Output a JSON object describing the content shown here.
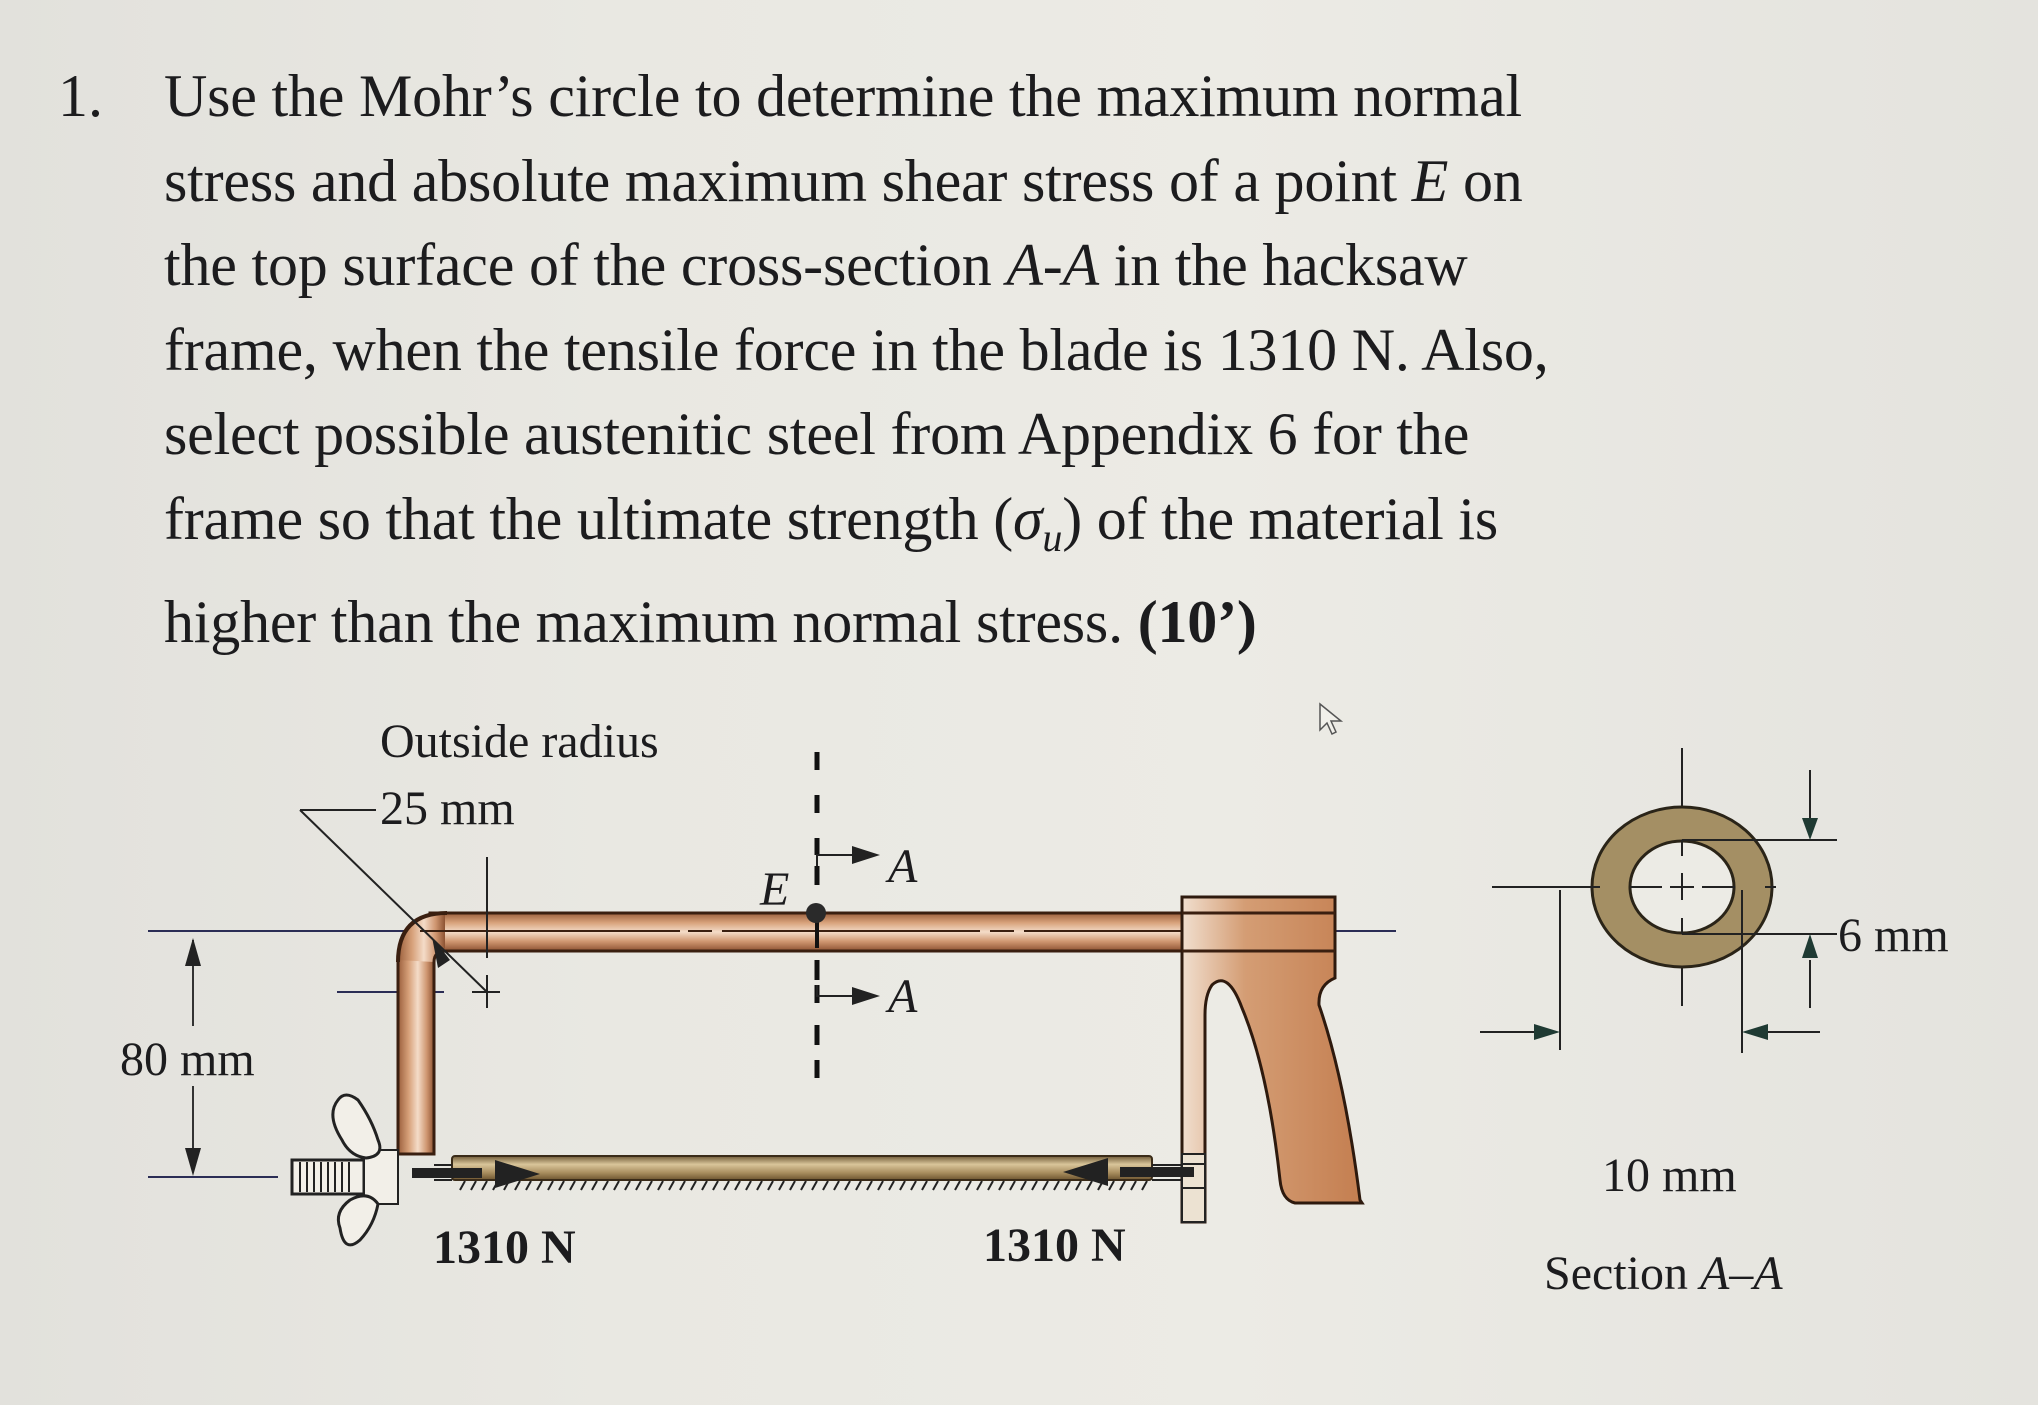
{
  "problem": {
    "number": "1.",
    "lines": [
      [
        "Use the Mohr’s circle to determine the maximum normal"
      ],
      [
        "stress and absolute maximum shear stress of a point ",
        "E",
        " on"
      ],
      [
        "the top surface of the cross-section ",
        "A-A",
        " in the hacksaw"
      ],
      [
        "frame, when the tensile force in the blade is 1310 N.  Also,"
      ],
      [
        "select possible austenitic steel from Appendix 6 for the"
      ],
      [
        "frame so that the ultimate strength (",
        "σ",
        "u",
        ") of the material is"
      ],
      [
        "higher than the maximum normal stress.  ",
        "(10’)"
      ]
    ],
    "points": "(10’)"
  },
  "figure": {
    "hacksaw": {
      "outside_radius_label": "Outside radius",
      "outside_radius_value": "25 mm",
      "height_dim": "80 mm",
      "point_label": "E",
      "section_label_top": "A",
      "section_label_bottom": "A",
      "force_left": "1310 N",
      "force_right": "1310 N",
      "frame_color": "#c8875a",
      "blade_color": "#b59a6a"
    },
    "section": {
      "inner_dim": "6 mm",
      "outer_dim": "10 mm",
      "caption_prefix": "Section ",
      "caption_name": "A–A",
      "fill_color": "#a48f64"
    }
  }
}
